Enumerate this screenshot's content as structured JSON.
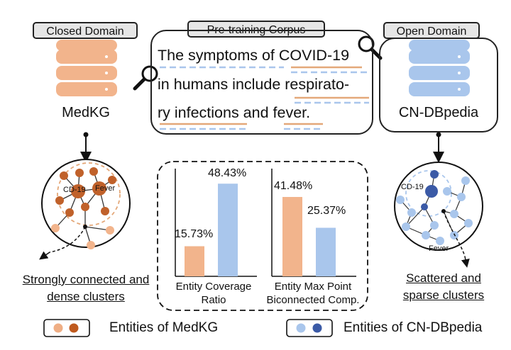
{
  "domains": {
    "closed": {
      "tag": "Closed Domain",
      "kb": "MedKG"
    },
    "corpus": {
      "tag": "Pre-training Corpus",
      "lines": [
        "The symptoms of COVID-19",
        "in humans include respirato-",
        "ry infections and fever."
      ]
    },
    "open": {
      "tag": "Open Domain",
      "kb": "CN-DBpedia"
    }
  },
  "graphs": {
    "closed": {
      "node_labels": [
        "CD-19",
        "Fever"
      ]
    },
    "open": {
      "node_labels": [
        "CD-19",
        "Fever"
      ]
    }
  },
  "captions": {
    "closed": [
      "Strongly connected and",
      "dense clusters"
    ],
    "open": [
      "Scattered and",
      "sparse clusters"
    ]
  },
  "chart_data": [
    {
      "type": "bar",
      "categories": [
        "MedKG",
        "CN-DBpedia"
      ],
      "values": [
        15.73,
        48.43
      ],
      "value_labels": [
        "15.73%",
        "48.43%"
      ],
      "xlabel": [
        "Entity Coverage",
        "Ratio"
      ],
      "colors": [
        "#f2b48c",
        "#a9c6ec"
      ]
    },
    {
      "type": "bar",
      "categories": [
        "MedKG",
        "CN-DBpedia"
      ],
      "values": [
        41.48,
        25.37
      ],
      "value_labels": [
        "41.48%",
        "25.37%"
      ],
      "xlabel": [
        "Entity Max Point",
        "Biconnected Comp."
      ],
      "colors": [
        "#f2b48c",
        "#a9c6ec"
      ]
    }
  ],
  "legend": {
    "medkg": {
      "label": "Entities of MedKG",
      "colors": [
        "#efae84",
        "#bf5a1e"
      ]
    },
    "cndbpedia": {
      "label": "Entities of CN-DBpedia",
      "colors": [
        "#a9c6ec",
        "#3b5aa6"
      ]
    }
  },
  "colors": {
    "orange_light": "#f2b48c",
    "orange_dark": "#c0612a",
    "blue_light": "#a9c6ec",
    "blue_dark": "#3b5aa6"
  }
}
